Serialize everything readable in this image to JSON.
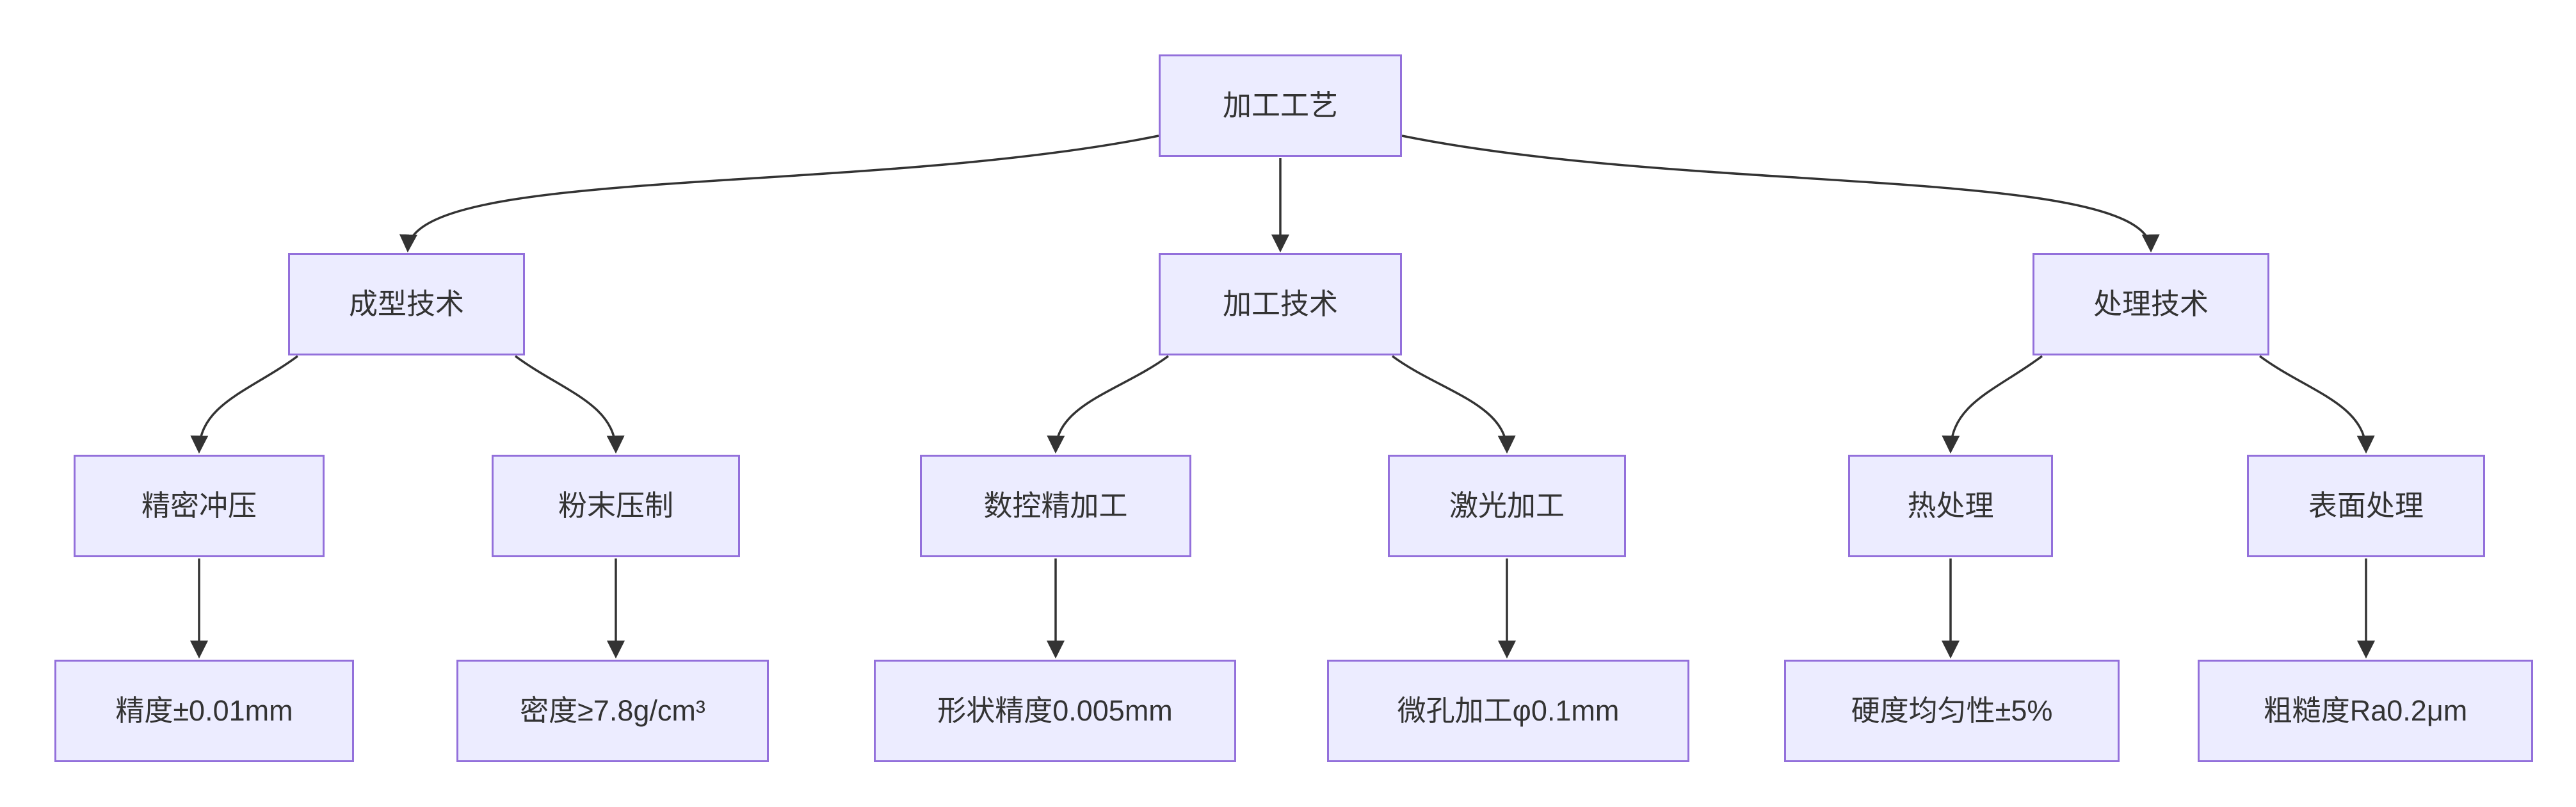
{
  "diagram": {
    "type": "flowchart",
    "direction": "top-down",
    "nodes": [
      {
        "id": "root",
        "label": "加工工艺"
      },
      {
        "id": "forming",
        "label": "成型技术"
      },
      {
        "id": "machining",
        "label": "加工技术"
      },
      {
        "id": "treatment",
        "label": "处理技术"
      },
      {
        "id": "stamping",
        "label": "精密冲压"
      },
      {
        "id": "powder",
        "label": "粉末压制"
      },
      {
        "id": "cnc",
        "label": "数控精加工"
      },
      {
        "id": "laser",
        "label": "激光加工"
      },
      {
        "id": "heat",
        "label": "热处理"
      },
      {
        "id": "surface",
        "label": "表面处理"
      },
      {
        "id": "stamping_spec",
        "label": "精度±0.01mm"
      },
      {
        "id": "powder_spec",
        "label": "密度≥7.8g/cm³"
      },
      {
        "id": "cnc_spec",
        "label": "形状精度0.005mm"
      },
      {
        "id": "laser_spec",
        "label": "微孔加工φ0.1mm"
      },
      {
        "id": "heat_spec",
        "label": "硬度均匀性±5%"
      },
      {
        "id": "surface_spec",
        "label": "粗糙度Ra0.2μm"
      }
    ],
    "edges": [
      {
        "from": "加工工艺",
        "to": "成型技术"
      },
      {
        "from": "加工工艺",
        "to": "加工技术"
      },
      {
        "from": "加工工艺",
        "to": "处理技术"
      },
      {
        "from": "成型技术",
        "to": "精密冲压"
      },
      {
        "from": "成型技术",
        "to": "粉末压制"
      },
      {
        "from": "加工技术",
        "to": "数控精加工"
      },
      {
        "from": "加工技术",
        "to": "激光加工"
      },
      {
        "from": "处理技术",
        "to": "热处理"
      },
      {
        "from": "处理技术",
        "to": "表面处理"
      },
      {
        "from": "精密冲压",
        "to": "精度±0.01mm"
      },
      {
        "from": "粉末压制",
        "to": "密度≥7.8g/cm³"
      },
      {
        "from": "数控精加工",
        "to": "形状精度0.005mm"
      },
      {
        "from": "激光加工",
        "to": "微孔加工φ0.1mm"
      },
      {
        "from": "热处理",
        "to": "硬度均匀性±5%"
      },
      {
        "from": "表面处理",
        "to": "粗糙度Ra0.2μm"
      }
    ],
    "colors": {
      "node_fill": "#ECECFF",
      "node_border": "#9370DB",
      "edge_line": "#333333",
      "node_text": "#333333",
      "background": "#FFFFFF"
    }
  }
}
